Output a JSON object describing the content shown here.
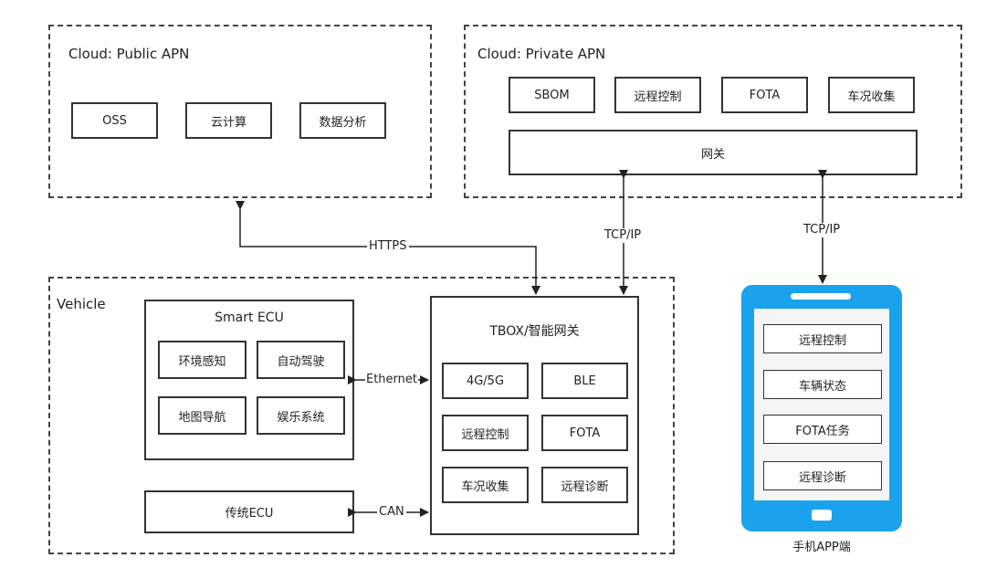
{
  "public_apn": {
    "title": "Cloud: Public APN",
    "items": [
      "OSS",
      "云计算",
      "数据分析"
    ]
  },
  "private_apn": {
    "title": "Cloud: Private APN",
    "items": [
      "SBOM",
      "远程控制",
      "FOTA",
      "车况收集"
    ],
    "gateway": "网关"
  },
  "vehicle": {
    "title": "Vehicle",
    "smart_ecu": {
      "title": "Smart ECU",
      "items": [
        "环境感知",
        "自动驾驶",
        "地图导航",
        "娱乐系统"
      ]
    },
    "legacy_ecu": "传统ECU",
    "tbox": {
      "title": "TBOX/智能网关",
      "items": [
        "4G/5G",
        "BLE",
        "远程控制",
        "FOTA",
        "车况收集",
        "远程诊断"
      ]
    }
  },
  "links": {
    "https": "HTTPS",
    "tcpip_vehicle": "TCP/IP",
    "tcpip_app": "TCP/IP",
    "ethernet": "Ethernet",
    "can": "CAN"
  },
  "phone_app": {
    "caption": "手机APP端",
    "items": [
      "远程控制",
      "车辆状态",
      "FOTA任务",
      "远程诊断"
    ],
    "frame_color": "#1aa3ec"
  }
}
